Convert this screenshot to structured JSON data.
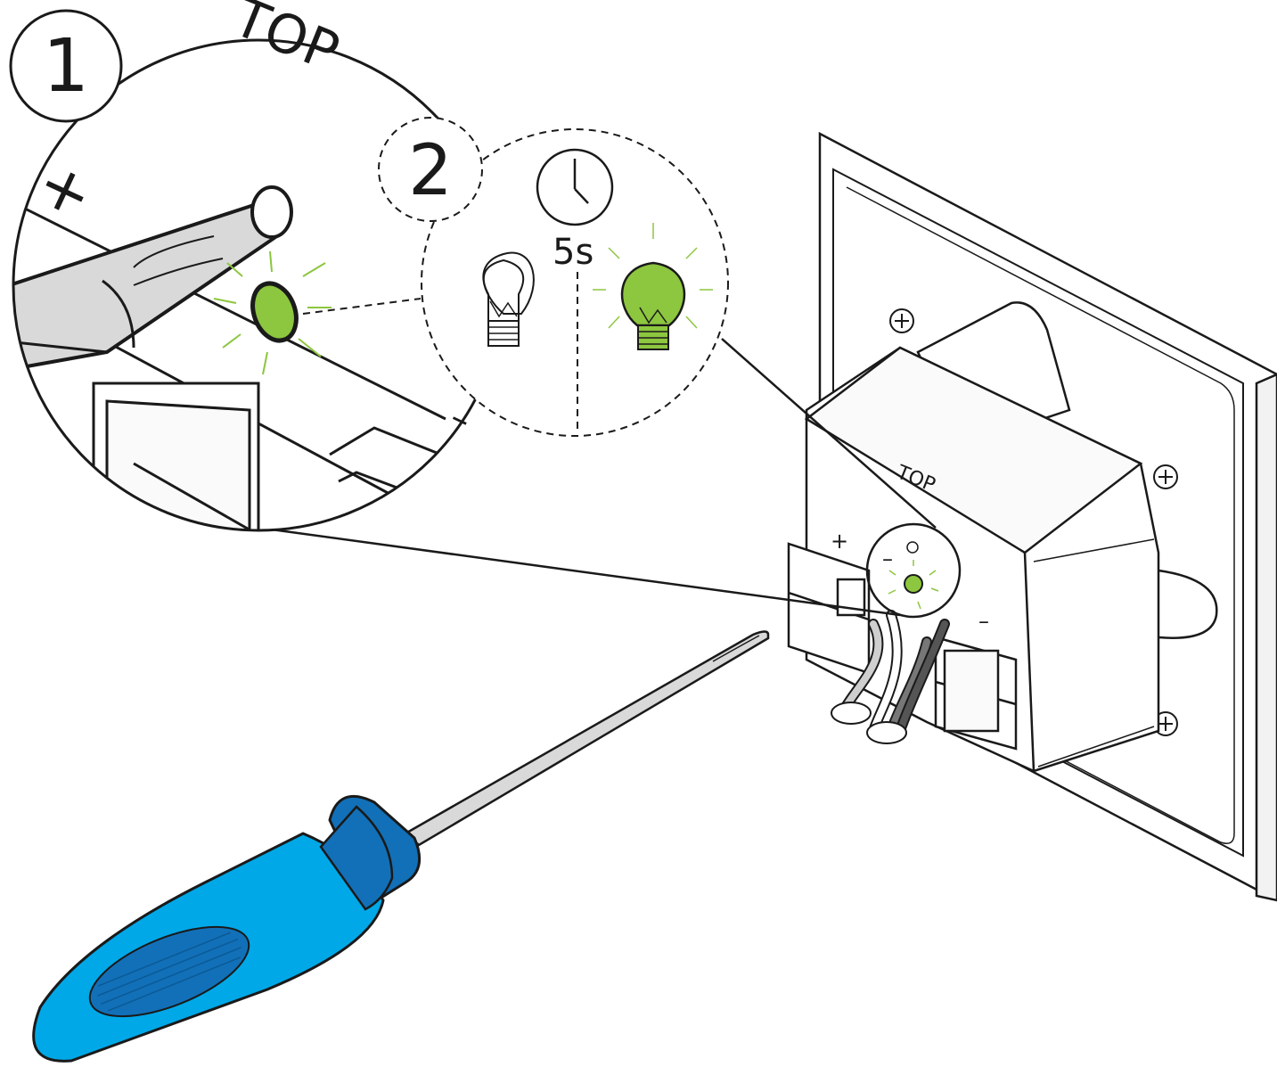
{
  "steps": {
    "step1_number": "1",
    "step2_number": "2"
  },
  "labels": {
    "time": "5s",
    "top_device": "TOP",
    "top_zoom": "TOP",
    "plus_device": "+",
    "minus_device_left": "–",
    "minus_device_right": "–",
    "plus_zoom": "+",
    "minus_zoom": "–"
  },
  "icons": {
    "clock": "clock-icon",
    "bulb_off": "light-bulb-off-icon",
    "bulb_on": "light-bulb-on-icon",
    "screwdriver": "screwdriver-icon",
    "screw": "screw-icon",
    "led": "led-indicator-icon"
  },
  "colors": {
    "led_green": "#8dc63f",
    "handle_light": "#00a8e8",
    "handle_dark": "#1270b8",
    "outline": "#1a1a1a"
  }
}
